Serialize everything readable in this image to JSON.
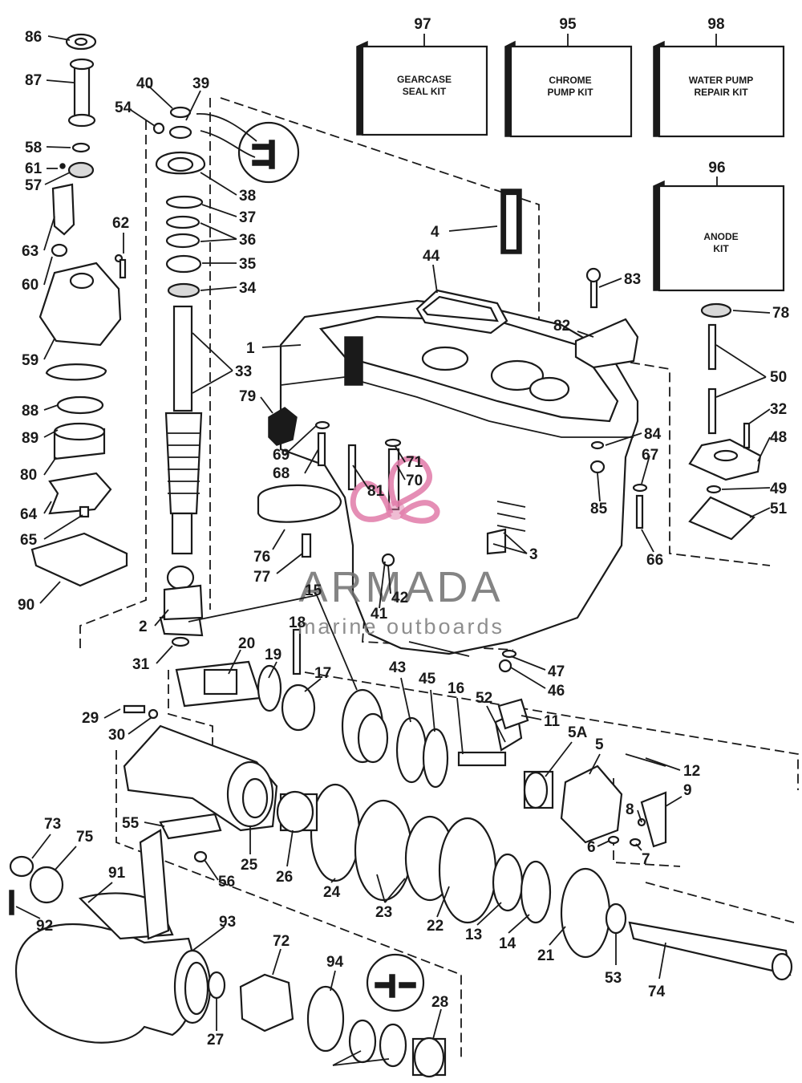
{
  "watermark": {
    "title": "ARMADA",
    "subtitle": "marine outboards",
    "logo_color": "#e07aa8"
  },
  "kits": [
    {
      "number": "97",
      "lines": [
        "GEARCASE",
        "SEAL KIT"
      ]
    },
    {
      "number": "95",
      "lines": [
        "CHROME",
        "PUMP KIT"
      ]
    },
    {
      "number": "98",
      "lines": [
        "WATER PUMP",
        "REPAIR KIT"
      ]
    },
    {
      "number": "96",
      "lines": [
        "ANODE",
        "KIT"
      ]
    }
  ],
  "part_numbers": [
    "86",
    "87",
    "58",
    "61",
    "57",
    "63",
    "60",
    "59",
    "88",
    "89",
    "80",
    "64",
    "65",
    "90",
    "40",
    "39",
    "54",
    "38",
    "37",
    "36",
    "35",
    "34",
    "33",
    "62",
    "2",
    "31",
    "15",
    "20",
    "19",
    "18",
    "17",
    "1",
    "4",
    "44",
    "83",
    "82",
    "78",
    "50",
    "32",
    "48",
    "49",
    "51",
    "79",
    "69",
    "68",
    "71",
    "70",
    "81",
    "76",
    "77",
    "84",
    "67",
    "85",
    "66",
    "3",
    "42",
    "41",
    "43",
    "45",
    "16",
    "52",
    "11",
    "5A",
    "5",
    "12",
    "9",
    "8",
    "6",
    "7",
    "47",
    "46",
    "29",
    "30",
    "55",
    "25",
    "56",
    "26",
    "24",
    "23",
    "22",
    "13",
    "14",
    "21",
    "53",
    "74",
    "73",
    "75",
    "92",
    "91",
    "93",
    "72",
    "94",
    "27",
    "28"
  ]
}
